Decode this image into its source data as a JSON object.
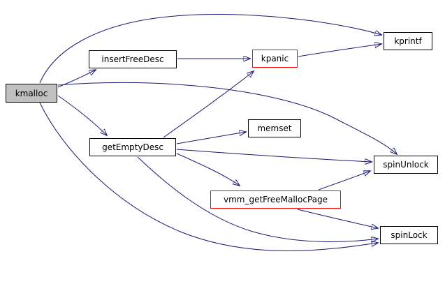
{
  "diagram": {
    "kind": "call-graph",
    "colors": {
      "background": "#ffffff",
      "edge": "#191970",
      "node_border": "#000000",
      "highlight_border": "#ff0000",
      "current_node_fill": "#c0c0c0",
      "text": "#000000"
    },
    "nodes": [
      {
        "id": "kmalloc",
        "label": "kmalloc",
        "style": "current"
      },
      {
        "id": "insertFreeDesc",
        "label": "insertFreeDesc",
        "style": "normal"
      },
      {
        "id": "kpanic",
        "label": "kpanic",
        "style": "red"
      },
      {
        "id": "kprintf",
        "label": "kprintf",
        "style": "normal"
      },
      {
        "id": "memset",
        "label": "memset",
        "style": "normal"
      },
      {
        "id": "getEmptyDesc",
        "label": "getEmptyDesc",
        "style": "normal"
      },
      {
        "id": "spinUnlock",
        "label": "spinUnlock",
        "style": "normal"
      },
      {
        "id": "vmm_getFreeMallocPage",
        "label": "vmm_getFreeMallocPage",
        "style": "red"
      },
      {
        "id": "spinLock",
        "label": "spinLock",
        "style": "normal"
      }
    ],
    "edges": [
      {
        "from": "kmalloc",
        "to": "kprintf"
      },
      {
        "from": "kmalloc",
        "to": "insertFreeDesc"
      },
      {
        "from": "kmalloc",
        "to": "spinUnlock"
      },
      {
        "from": "kmalloc",
        "to": "getEmptyDesc"
      },
      {
        "from": "kmalloc",
        "to": "spinLock"
      },
      {
        "from": "insertFreeDesc",
        "to": "kpanic"
      },
      {
        "from": "kpanic",
        "to": "kprintf"
      },
      {
        "from": "getEmptyDesc",
        "to": "kpanic"
      },
      {
        "from": "getEmptyDesc",
        "to": "memset"
      },
      {
        "from": "getEmptyDesc",
        "to": "spinUnlock"
      },
      {
        "from": "getEmptyDesc",
        "to": "vmm_getFreeMallocPage"
      },
      {
        "from": "getEmptyDesc",
        "to": "spinLock"
      },
      {
        "from": "vmm_getFreeMallocPage",
        "to": "spinUnlock"
      },
      {
        "from": "vmm_getFreeMallocPage",
        "to": "spinLock"
      }
    ]
  }
}
